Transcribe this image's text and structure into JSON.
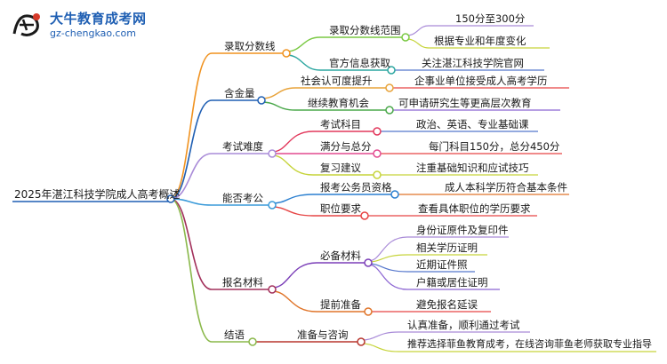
{
  "brand": {
    "name": "大牛教育成考网",
    "url": "gz-chengkao.com"
  },
  "root": "2025年湛江科技学院成人高考概述",
  "branches": {
    "b1": {
      "label": "录取分数线",
      "color": "#f0921f",
      "sub1": {
        "label": "录取分数线范围",
        "leaves": [
          "150分至300分",
          "根据专业和年度变化"
        ]
      },
      "sub2": {
        "label": "官方信息获取",
        "leaves": [
          "关注湛江科技学院官网"
        ]
      }
    },
    "b2": {
      "label": "含金量",
      "color": "#1f5fb3",
      "sub1": {
        "label": "社会认可度提升",
        "leaves": [
          "企事业单位接受成人高考学历"
        ]
      },
      "sub2": {
        "label": "继续教育机会",
        "leaves": [
          "可申请研究生等更高层次教育"
        ]
      }
    },
    "b3": {
      "label": "考试难度",
      "color": "#a98bd8",
      "sub1": {
        "label": "考试科目",
        "leaves": [
          "政治、英语、专业基础课"
        ]
      },
      "sub2": {
        "label": "满分与总分",
        "leaves": [
          "每门科目150分，总分450分"
        ]
      },
      "sub3": {
        "label": "复习建议",
        "leaves": [
          "注重基础知识和应试技巧"
        ]
      }
    },
    "b4": {
      "label": "能否考公",
      "color": "#3a9ad9",
      "sub1": {
        "label": "报考公务员资格",
        "leaves": [
          "成人本科学历符合基本条件"
        ]
      },
      "sub2": {
        "label": "职位要求",
        "leaves": [
          "查看具体职位的学历要求"
        ]
      }
    },
    "b5": {
      "label": "报名材料",
      "color": "#a2305b",
      "sub1": {
        "label": "必备材料",
        "leaves": [
          "身份证原件及复印件",
          "相关学历证明",
          "近期证件照",
          "户籍或居住证明"
        ]
      },
      "sub2": {
        "label": "提前准备",
        "leaves": [
          "避免报名延误"
        ]
      }
    },
    "b6": {
      "label": "结语",
      "color": "#8ab84a",
      "sub1": {
        "label": "准备与咨询",
        "leaves": [
          "认真准备，顺利通过考试",
          "推荐选择菲鱼教育成考，在线咨询菲鱼老师获取专业指导"
        ]
      }
    }
  },
  "colors": {
    "sub1a": "#7ac943",
    "sub1b": "#2ba6a0",
    "sub2a": "#e8a33a",
    "sub2b": "#4aa84a",
    "sub3a": "#e2385c",
    "sub3b": "#e24a8f",
    "sub3c": "#c6d43a",
    "sub4a": "#2a7fd0",
    "sub4b": "#e64545",
    "sub5a": "#7b3fb8",
    "sub5b": "#e0752a",
    "sub6a": "#b8372f",
    "leafMuted": "#a98bd8",
    "leafBlue": "#5577cc",
    "leafPurple": "#8a63d2"
  }
}
